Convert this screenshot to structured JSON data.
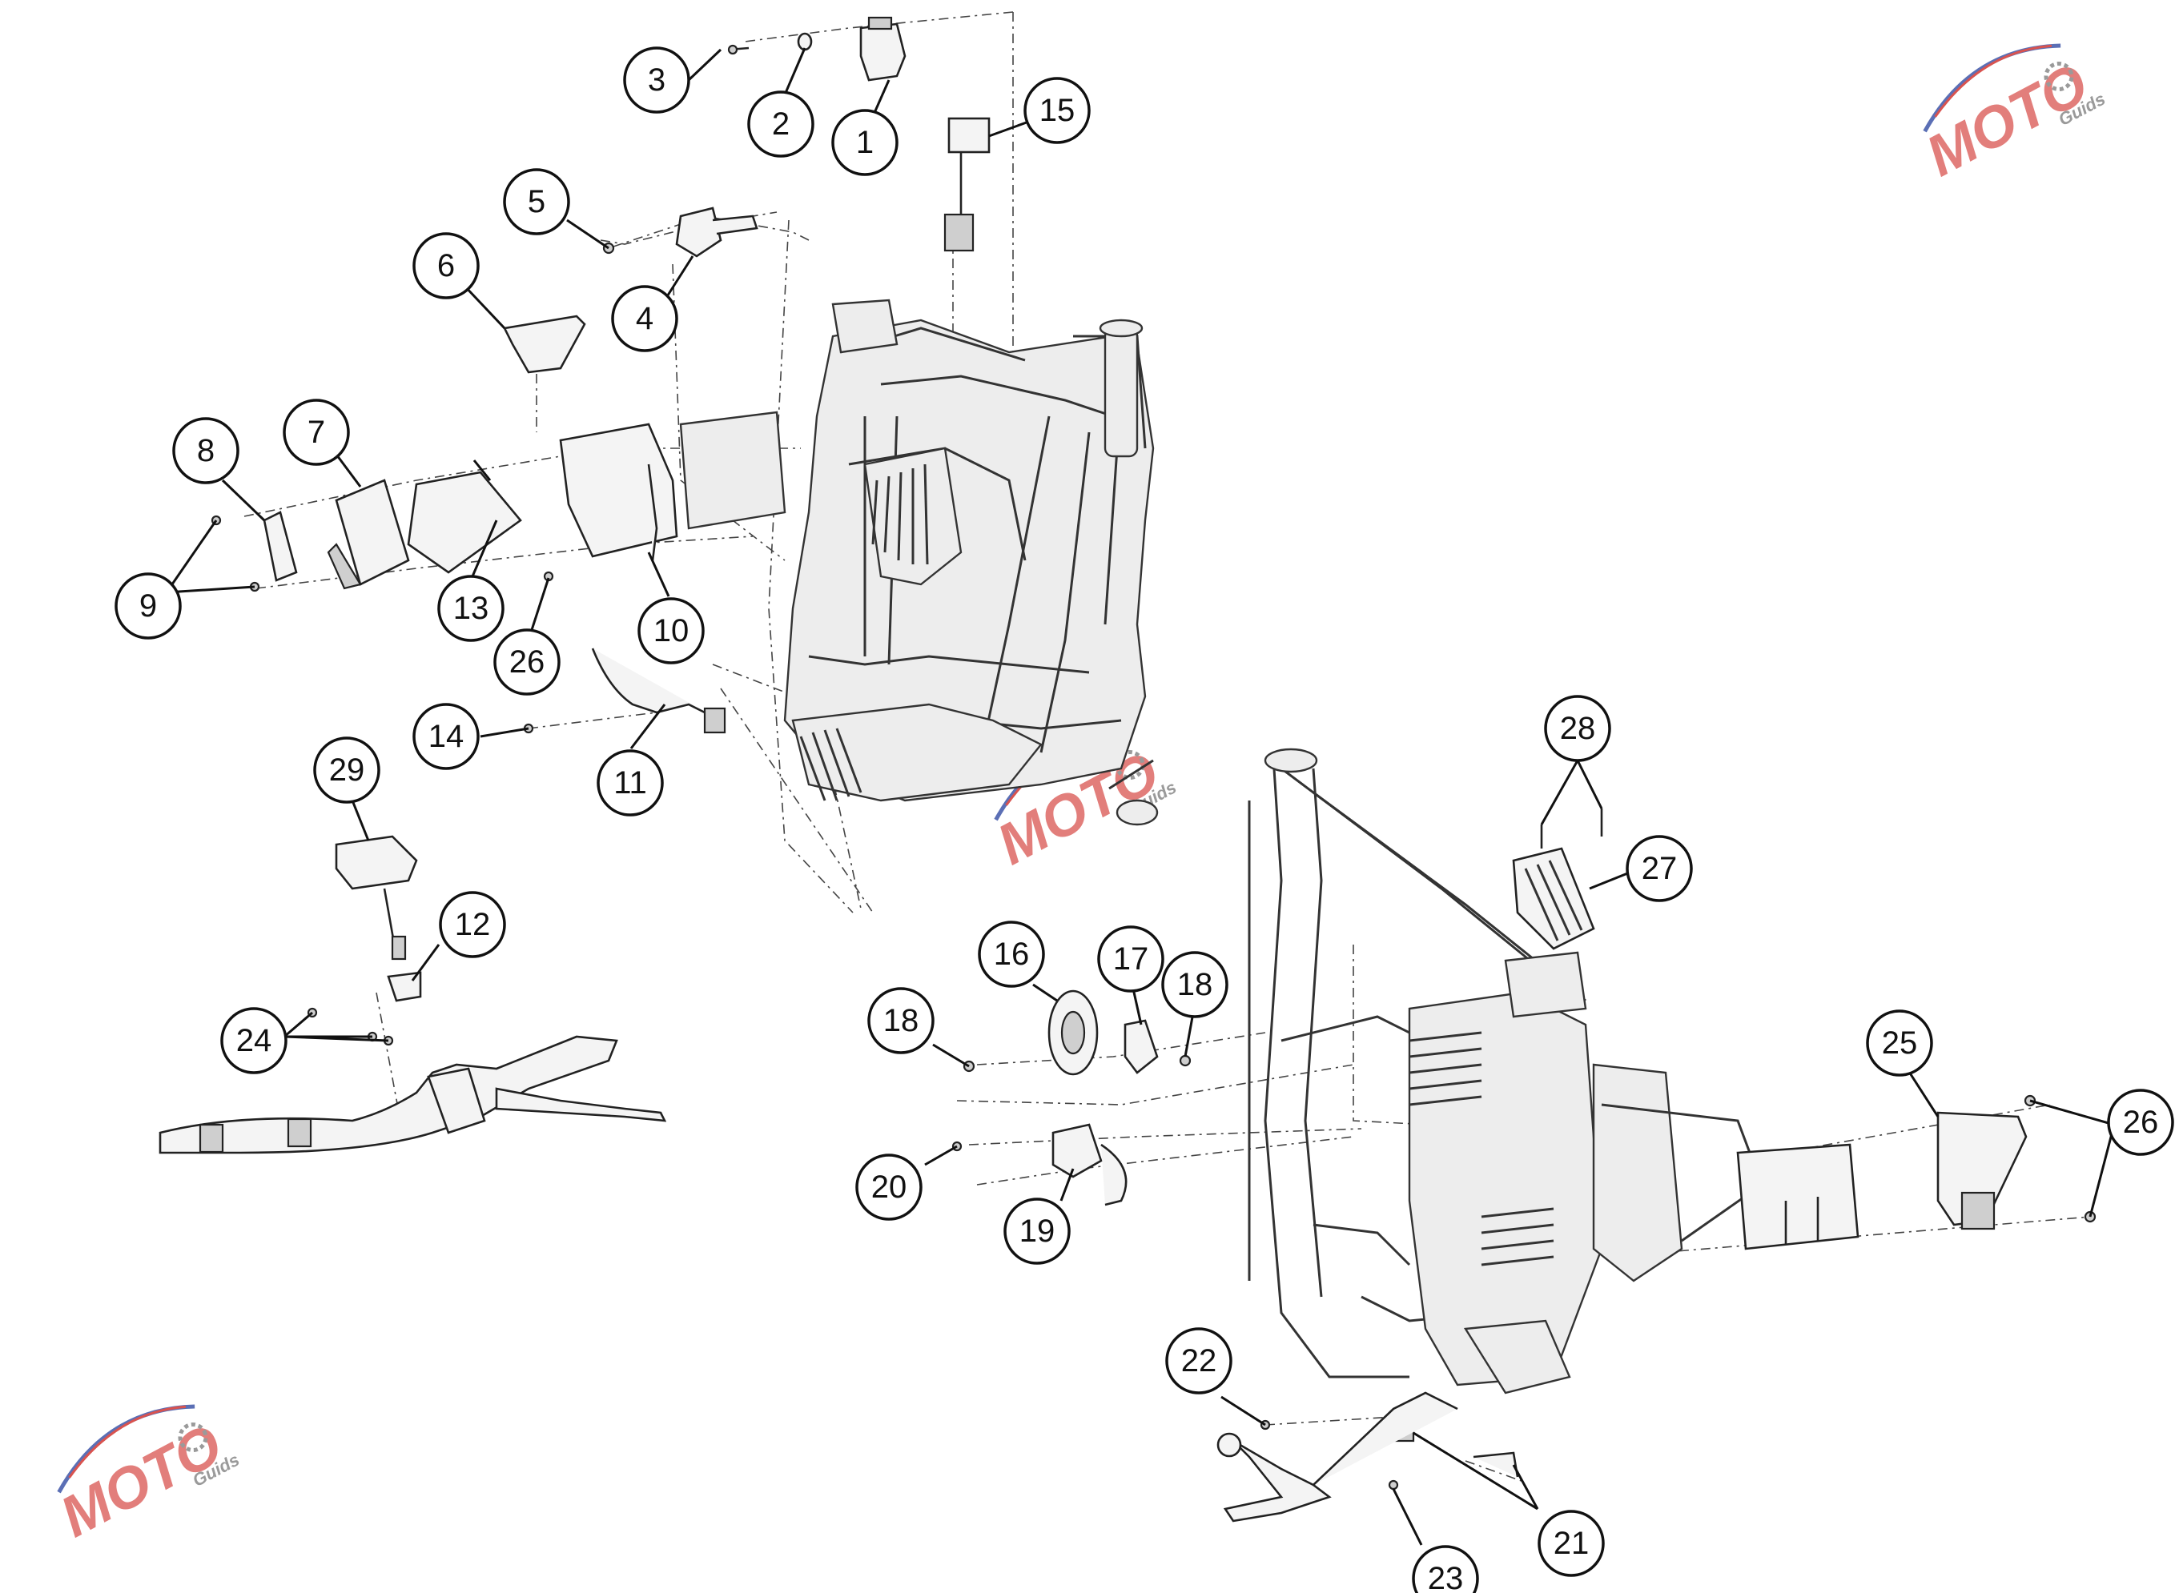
{
  "colors": {
    "line": "#111111",
    "watermark_red": "#d9534f",
    "watermark_blue": "#5b6fb5",
    "watermark_gray": "#9a9a9a"
  },
  "watermark": {
    "brand": "MOTO",
    "sub": "Guids"
  },
  "callouts": [
    {
      "id": "c1",
      "label": "1"
    },
    {
      "id": "c2",
      "label": "2"
    },
    {
      "id": "c3",
      "label": "3"
    },
    {
      "id": "c4",
      "label": "4"
    },
    {
      "id": "c5",
      "label": "5"
    },
    {
      "id": "c6",
      "label": "6"
    },
    {
      "id": "c7",
      "label": "7"
    },
    {
      "id": "c8",
      "label": "8"
    },
    {
      "id": "c9",
      "label": "9"
    },
    {
      "id": "c10",
      "label": "10"
    },
    {
      "id": "c11",
      "label": "11"
    },
    {
      "id": "c12",
      "label": "12"
    },
    {
      "id": "c13",
      "label": "13"
    },
    {
      "id": "c14",
      "label": "14"
    },
    {
      "id": "c15",
      "label": "15"
    },
    {
      "id": "c16",
      "label": "16"
    },
    {
      "id": "c17",
      "label": "17"
    },
    {
      "id": "c18a",
      "label": "18"
    },
    {
      "id": "c18b",
      "label": "18"
    },
    {
      "id": "c19",
      "label": "19"
    },
    {
      "id": "c20",
      "label": "20"
    },
    {
      "id": "c21",
      "label": "21"
    },
    {
      "id": "c22",
      "label": "22"
    },
    {
      "id": "c23",
      "label": "23"
    },
    {
      "id": "c24",
      "label": "24"
    },
    {
      "id": "c25",
      "label": "25"
    },
    {
      "id": "c26a",
      "label": "26"
    },
    {
      "id": "c26b",
      "label": "26"
    },
    {
      "id": "c27",
      "label": "27"
    },
    {
      "id": "c28",
      "label": "28"
    },
    {
      "id": "c29",
      "label": "29"
    }
  ]
}
